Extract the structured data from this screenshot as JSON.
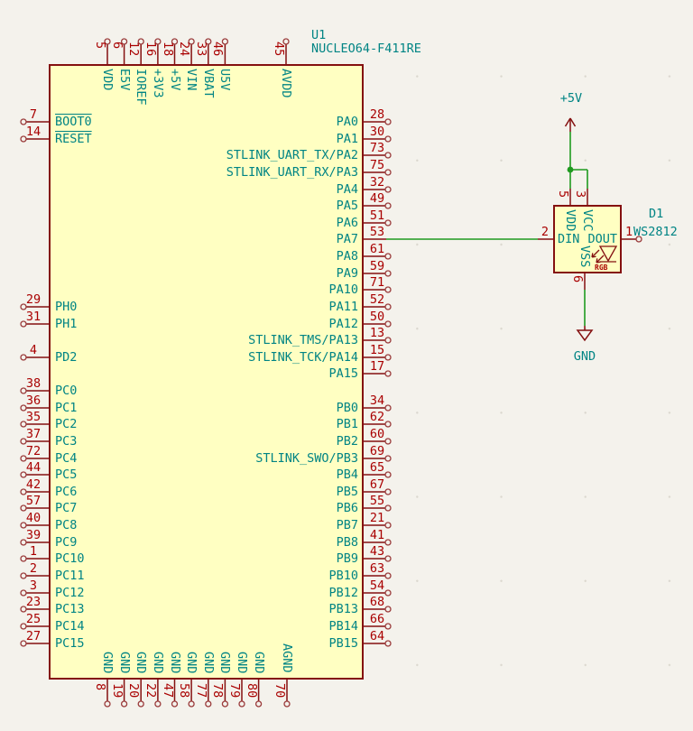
{
  "schematic": {
    "u1": {
      "reference": "U1",
      "value": "NUCLEO64-F411RE",
      "left_pins": [
        {
          "number": "7",
          "name": "BOOT0",
          "overline": true
        },
        {
          "number": "14",
          "name": "RESET",
          "overline": true
        },
        {
          "number": "29",
          "name": "PH0"
        },
        {
          "number": "31",
          "name": "PH1"
        },
        {
          "number": "4",
          "name": "PD2"
        },
        {
          "number": "38",
          "name": "PC0"
        },
        {
          "number": "36",
          "name": "PC1"
        },
        {
          "number": "35",
          "name": "PC2"
        },
        {
          "number": "37",
          "name": "PC3"
        },
        {
          "number": "72",
          "name": "PC4"
        },
        {
          "number": "44",
          "name": "PC5"
        },
        {
          "number": "42",
          "name": "PC6"
        },
        {
          "number": "57",
          "name": "PC7"
        },
        {
          "number": "40",
          "name": "PC8"
        },
        {
          "number": "39",
          "name": "PC9"
        },
        {
          "number": "1",
          "name": "PC10"
        },
        {
          "number": "2",
          "name": "PC11"
        },
        {
          "number": "3",
          "name": "PC12"
        },
        {
          "number": "23",
          "name": "PC13"
        },
        {
          "number": "25",
          "name": "PC14"
        },
        {
          "number": "27",
          "name": "PC15"
        }
      ],
      "right_pins": [
        {
          "number": "28",
          "name": "PA0"
        },
        {
          "number": "30",
          "name": "PA1"
        },
        {
          "number": "73",
          "name": "STLINK_UART_TX/PA2"
        },
        {
          "number": "75",
          "name": "STLINK_UART_RX/PA3"
        },
        {
          "number": "32",
          "name": "PA4"
        },
        {
          "number": "49",
          "name": "PA5"
        },
        {
          "number": "51",
          "name": "PA6"
        },
        {
          "number": "53",
          "name": "PA7",
          "connected": true
        },
        {
          "number": "61",
          "name": "PA8"
        },
        {
          "number": "59",
          "name": "PA9"
        },
        {
          "number": "71",
          "name": "PA10"
        },
        {
          "number": "52",
          "name": "PA11"
        },
        {
          "number": "50",
          "name": "PA12"
        },
        {
          "number": "13",
          "name": "STLINK_TMS/PA13"
        },
        {
          "number": "15",
          "name": "STLINK_TCK/PA14"
        },
        {
          "number": "17",
          "name": "PA15"
        },
        {
          "number": "34",
          "name": "PB0"
        },
        {
          "number": "62",
          "name": "PB1"
        },
        {
          "number": "60",
          "name": "PB2"
        },
        {
          "number": "69",
          "name": "STLINK_SWO/PB3"
        },
        {
          "number": "65",
          "name": "PB4"
        },
        {
          "number": "67",
          "name": "PB5"
        },
        {
          "number": "55",
          "name": "PB6"
        },
        {
          "number": "21",
          "name": "PB7"
        },
        {
          "number": "41",
          "name": "PB8"
        },
        {
          "number": "43",
          "name": "PB9"
        },
        {
          "number": "63",
          "name": "PB10"
        },
        {
          "number": "54",
          "name": "PB12"
        },
        {
          "number": "68",
          "name": "PB13"
        },
        {
          "number": "66",
          "name": "PB14"
        },
        {
          "number": "64",
          "name": "PB15"
        }
      ],
      "top_pins": [
        {
          "number": "5",
          "name": "VDD"
        },
        {
          "number": "6",
          "name": "E5V"
        },
        {
          "number": "12",
          "name": "IOREF"
        },
        {
          "number": "16",
          "name": "+3V3"
        },
        {
          "number": "18",
          "name": "+5V"
        },
        {
          "number": "24",
          "name": "VIN"
        },
        {
          "number": "33",
          "name": "VBAT"
        },
        {
          "number": "46",
          "name": "U5V"
        },
        {
          "number": "45",
          "name": "AVDD"
        }
      ],
      "bottom_pins": [
        {
          "number": "8",
          "name": "GND"
        },
        {
          "number": "19",
          "name": "GND"
        },
        {
          "number": "20",
          "name": "GND"
        },
        {
          "number": "22",
          "name": "GND"
        },
        {
          "number": "47",
          "name": "GND"
        },
        {
          "number": "58",
          "name": "GND"
        },
        {
          "number": "77",
          "name": "GND"
        },
        {
          "number": "78",
          "name": "GND"
        },
        {
          "number": "79",
          "name": "GND"
        },
        {
          "number": "80",
          "name": "GND"
        },
        {
          "number": "70",
          "name": "AGND"
        }
      ]
    },
    "d1": {
      "reference": "D1",
      "value": "WS2812",
      "pins": {
        "din": {
          "number": "2",
          "name": "DIN"
        },
        "dout": {
          "number": "1",
          "name": "DOUT"
        },
        "vdd": {
          "number": "5",
          "name": "VDD"
        },
        "vcc": {
          "number": "3",
          "name": "VCC"
        },
        "vss": {
          "number": "6",
          "name": "VSS"
        }
      },
      "led_label": "RGB"
    },
    "power": {
      "vcc_label": "+5V",
      "gnd_label": "GND"
    },
    "colors": {
      "background": "#f4f2ec",
      "symbol_fill": "#ffffc2",
      "symbol_outline": "#841010",
      "pin_number": "#a90000",
      "pin_name": "#008484",
      "wire": "#1f9a1f"
    }
  }
}
